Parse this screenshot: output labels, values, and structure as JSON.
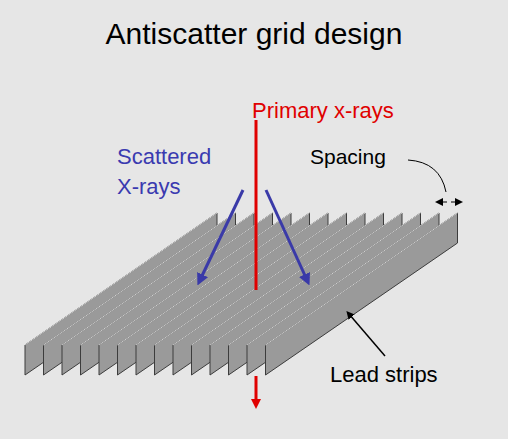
{
  "diagram": {
    "title": "Antiscatter grid design",
    "labels": [
      "Primary x-rays",
      "Scattered X-rays",
      "Spacing",
      "Lead strips"
    ]
  }
}
